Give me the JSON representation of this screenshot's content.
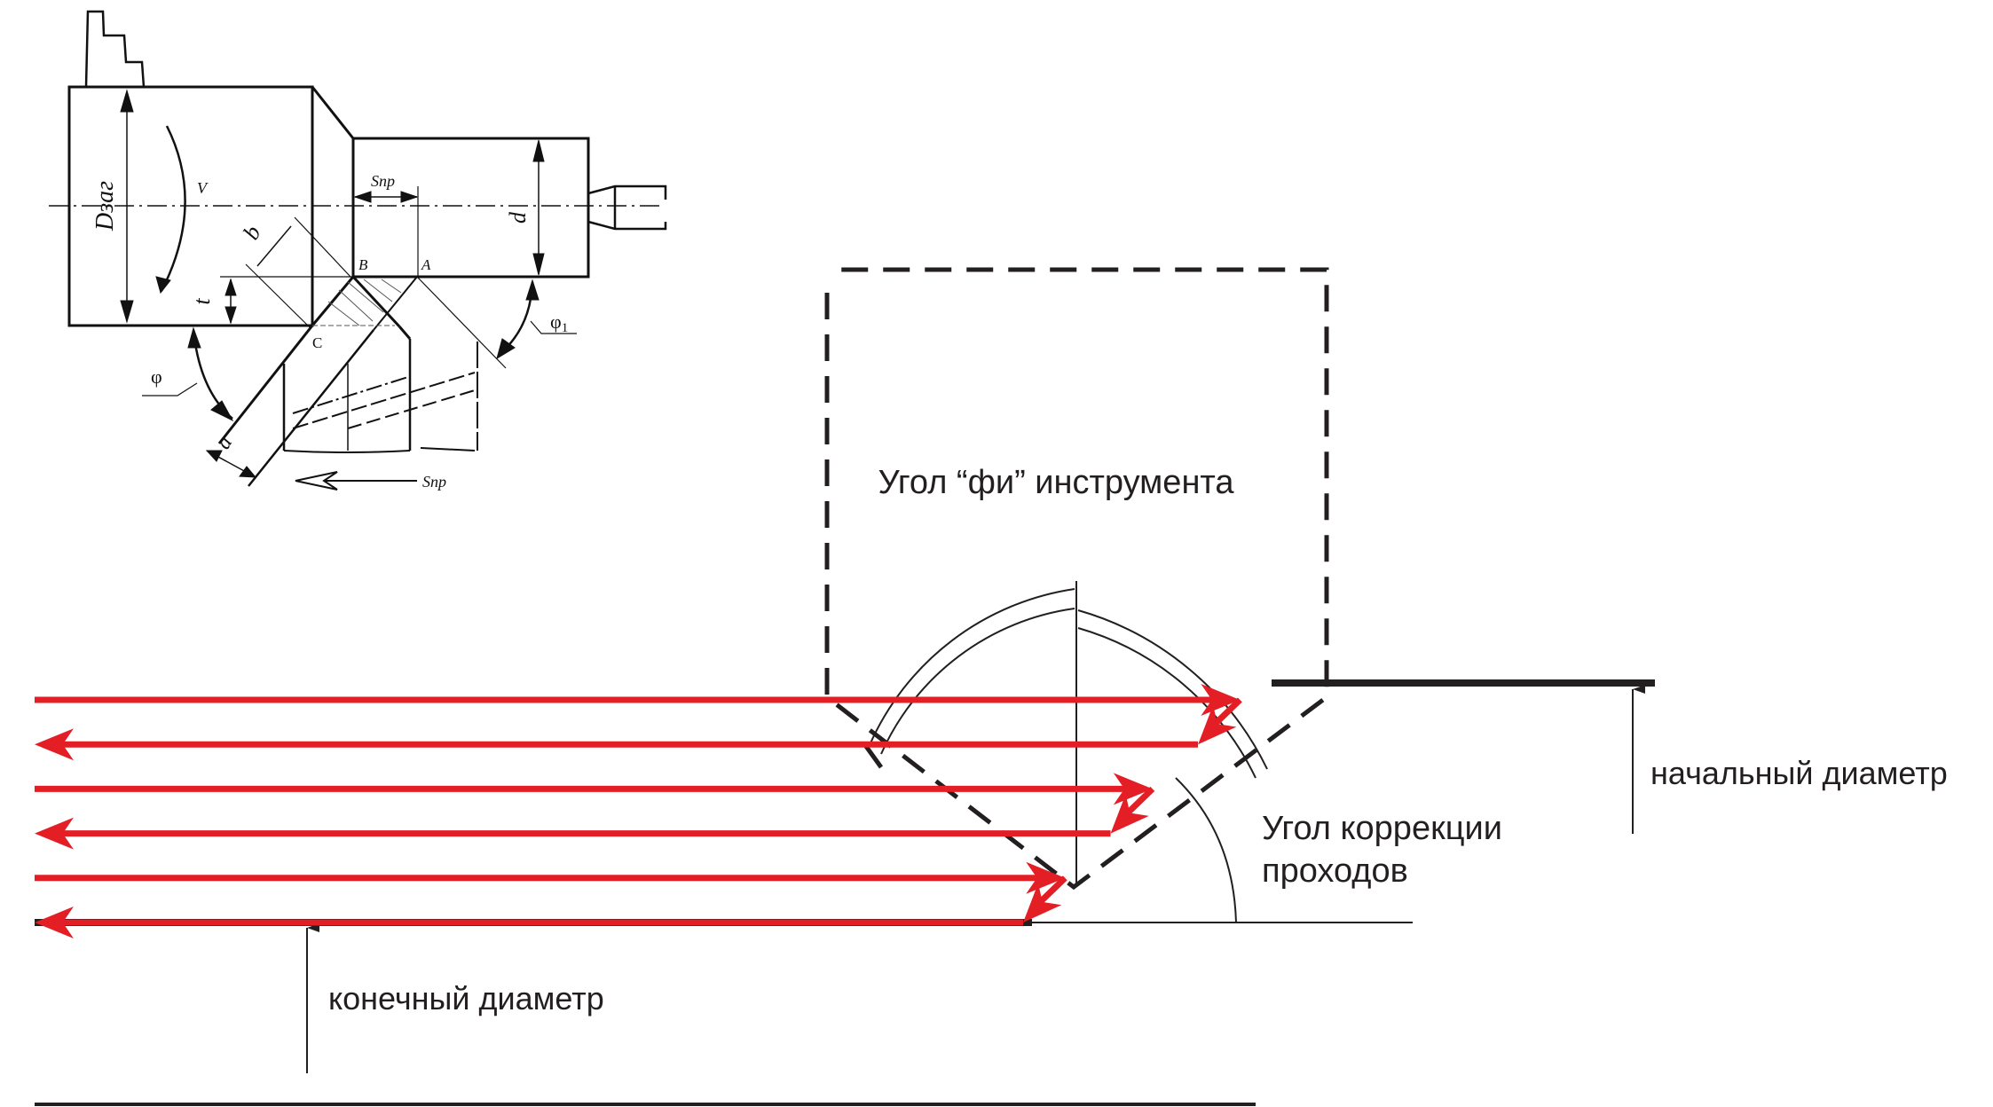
{
  "colors": {
    "pass_arrow": "#e31e24",
    "ink": "#231f20"
  },
  "sketch": {
    "labels": {
      "d_blank": "Dзаг",
      "v": "V",
      "feed_top": "Sпр",
      "d": "d",
      "b": "b",
      "t": "t",
      "point_b": "B",
      "point_a": "A",
      "point_c": "C",
      "phi": "φ",
      "phi1": "φ",
      "phi1_sub": "1",
      "a": "a",
      "feed_bottom": "Sпр"
    }
  },
  "scheme": {
    "tool_angle_label": "Угол “фи” инструмента",
    "correction_angle_label_line1": "Угол коррекции",
    "correction_angle_label_line2": "проходов",
    "start_diameter_label": "начальный диаметр",
    "final_diameter_label": "конечный диаметр",
    "passes": [
      {
        "direction": "right"
      },
      {
        "direction": "left"
      },
      {
        "direction": "right"
      },
      {
        "direction": "left"
      },
      {
        "direction": "right"
      },
      {
        "direction": "left"
      }
    ]
  }
}
